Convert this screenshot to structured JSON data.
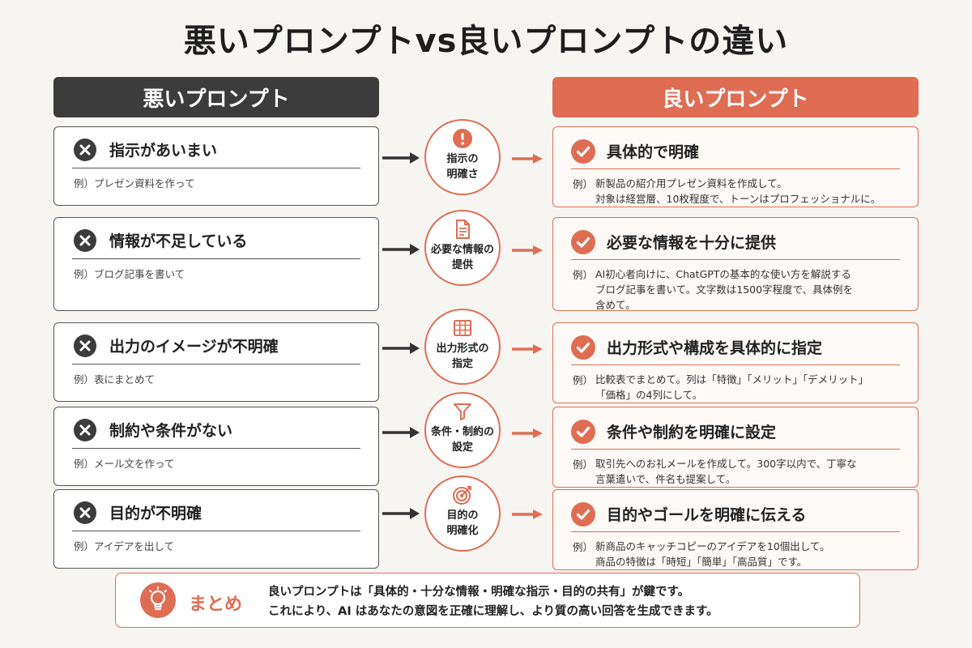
{
  "title": "悪いプロンプトvs良いプロンプトの違い",
  "columns": {
    "bad": "悪いプロンプト",
    "good": "良いプロンプト"
  },
  "rows": [
    {
      "bad_title": "指示があいまい",
      "bad_example": "例）プレゼン資料を作って",
      "point": [
        "指示の",
        "明確さ"
      ],
      "point_icon": "exclamation-icon",
      "good_title": "具体的で明確",
      "good_prefix": "例）",
      "good_example": [
        "新製品の紹介用プレゼン資料を作成して。",
        "対象は経営層、10枚程度で、トーンはプロフェッショナルに。"
      ]
    },
    {
      "bad_title": "情報が不足している",
      "bad_example": "例）ブログ記事を書いて",
      "point": [
        "必要な情報の",
        "提供"
      ],
      "point_icon": "document-icon",
      "good_title": "必要な情報を十分に提供",
      "good_prefix": "例）",
      "good_example": [
        "AI初心者向けに、ChatGPTの基本的な使い方を解説する",
        "ブログ記事を書いて。文字数は1500字程度で、具体例を",
        "含めて。"
      ]
    },
    {
      "bad_title": "出力のイメージが不明確",
      "bad_example": "例）表にまとめて",
      "point": [
        "出力形式の",
        "指定"
      ],
      "point_icon": "table-icon",
      "good_title": "出力形式や構成を具体的に指定",
      "good_prefix": "例）",
      "good_example": [
        "比較表でまとめて。列は「特徴」「メリット」「デメリット」",
        "「価格」の4列にして。"
      ]
    },
    {
      "bad_title": "制約や条件がない",
      "bad_example": "例）メール文を作って",
      "point": [
        "条件・制約の",
        "設定"
      ],
      "point_icon": "funnel-icon",
      "good_title": "条件や制約を明確に設定",
      "good_prefix": "例）",
      "good_example": [
        "取引先へのお礼メールを作成して。300字以内で、丁寧な",
        "言葉遣いで、件名も提案して。"
      ]
    },
    {
      "bad_title": "目的が不明確",
      "bad_example": "例）アイデアを出して",
      "point": [
        "目的の",
        "明確化"
      ],
      "point_icon": "target-icon",
      "good_title": "目的やゴールを明確に伝える",
      "good_prefix": "例）",
      "good_example": [
        "新商品のキャッチコピーのアイデアを10個出して。",
        "商品の特徴は「時短」「簡単」「高品質」です。"
      ]
    }
  ],
  "summary": {
    "title": "まとめ",
    "icon": "lightbulb-icon",
    "lines": [
      "良いプロンプトは「具体的・十分な情報・明確な指示・目的の共有」が鍵です。",
      "これにより、AI はあなたの意図を正確に理解し、より質の高い回答を生成できます。"
    ]
  },
  "colors": {
    "accent": "#df6d53",
    "dark": "#3c3c3c",
    "background": "#f7f5f2"
  }
}
